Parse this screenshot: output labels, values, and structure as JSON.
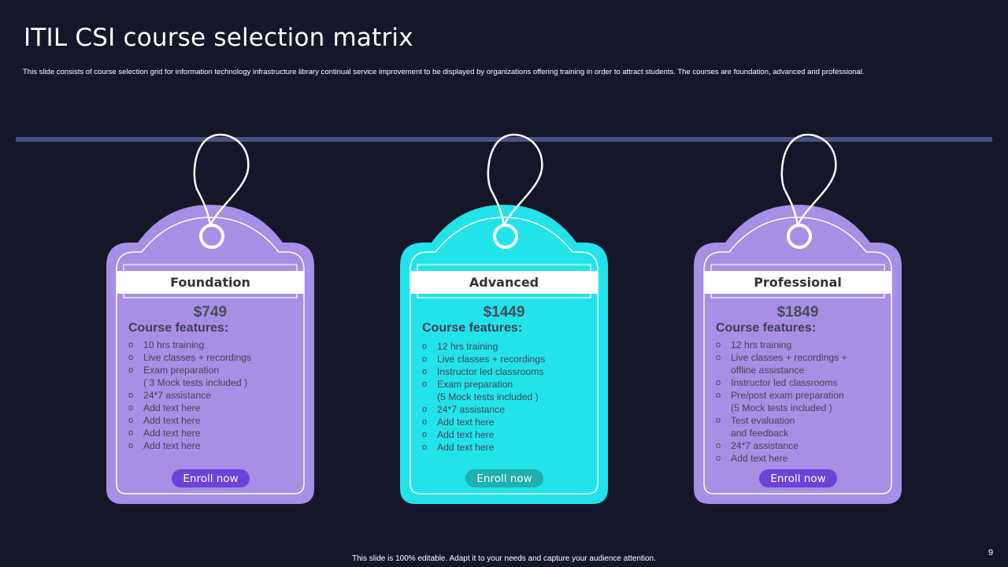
{
  "slide": {
    "title": "ITIL CSI course selection matrix",
    "subtitle": "This slide consists of course selection grid for information technology infrastructure library continual service improvement to be displayed by organizations offering training in  order to attract students. The courses are foundation, advanced and professional.",
    "footer": "This slide is 100% editable.  Adapt it to your needs and capture your audience attention.",
    "page_number": "9"
  },
  "cards": [
    {
      "name": "Foundation",
      "price": "$749",
      "features_title": "Course features:",
      "features": [
        "10 hrs training",
        "Live  classes + recordings",
        "Exam preparation\n( 3 Mock tests included )",
        "24*7 assistance",
        "Add text here",
        "Add text here",
        "Add text here",
        "Add text here"
      ],
      "enroll_label": "Enroll now",
      "color": "#a68fe4",
      "enroll_color": "#6c43d9"
    },
    {
      "name": "Advanced",
      "price": "$1449",
      "features_title": "Course features:",
      "features": [
        "12 hrs training",
        "Live  classes + recordings",
        "Instructor led classrooms",
        "Exam preparation\n(5 Mock tests included )",
        "24*7 assistance",
        "Add text here",
        "Add text here",
        "Add text here"
      ],
      "enroll_label": "Enroll now",
      "color": "#22e3ea",
      "enroll_color": "#1fb0b0"
    },
    {
      "name": "Professional",
      "price": "$1849",
      "features_title": "Course features:",
      "features": [
        "12 hrs training",
        "Live  classes + recordings  +\noffline  assistance",
        "Instructor led classrooms",
        "Pre/post exam preparation\n(5 Mock tests included )",
        "Test evaluation\nand feedback",
        "24*7 assistance",
        "Add text here"
      ],
      "enroll_label": "Enroll now",
      "color": "#a68fe4",
      "enroll_color": "#6c43d9"
    }
  ]
}
